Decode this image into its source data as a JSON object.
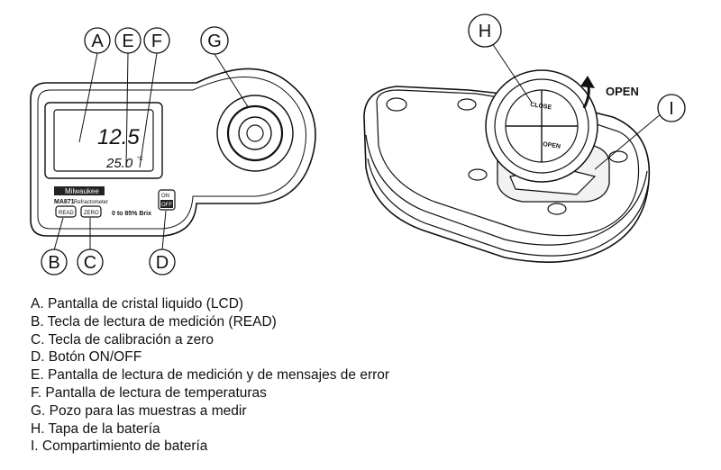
{
  "callouts": {
    "A": "A",
    "B": "B",
    "C": "C",
    "D": "D",
    "E": "E",
    "F": "F",
    "G": "G",
    "H": "H",
    "I": "I"
  },
  "device": {
    "lcd_reading": "12.5",
    "lcd_temperature": "25.0",
    "lcd_temp_unit": "°C",
    "brand": "Milwaukee",
    "model": "MA871",
    "model_suffix": "Refractometer",
    "range_text": "0 to 85% Brix",
    "read_key": "READ",
    "zero_key": "ZERO",
    "on_key": "ON",
    "off_key": "OFF"
  },
  "battery_view": {
    "open_label": "OPEN",
    "cap_close": "CLOSE",
    "cap_open": "OPEN"
  },
  "legend": [
    "A. Pantalla de cristal liquido (LCD)",
    "B. Tecla de lectura de medición (READ)",
    "C. Tecla de calibración a zero",
    "D. Botón ON/OFF",
    "E. Pantalla de lectura de medición y de mensajes de error",
    "F. Pantalla de lectura de temperaturas",
    "G. Pozo para las muestras a medir",
    "H. Tapa de la batería",
    "I. Compartimiento de batería"
  ]
}
